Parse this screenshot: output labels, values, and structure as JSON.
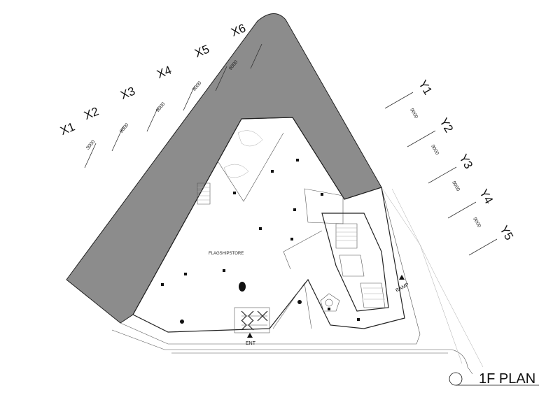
{
  "grid_x": [
    {
      "label": "X1"
    },
    {
      "label": "X2",
      "dim": "3000"
    },
    {
      "label": "X3",
      "dim": "9000"
    },
    {
      "label": "X4",
      "dim": "9000"
    },
    {
      "label": "X5",
      "dim": "9000"
    },
    {
      "label": "X6",
      "dim": "9000"
    }
  ],
  "grid_y": [
    {
      "label": "Y1",
      "dim": "9000"
    },
    {
      "label": "Y2",
      "dim": "9000"
    },
    {
      "label": "Y3",
      "dim": "9000"
    },
    {
      "label": "Y4",
      "dim": "9000"
    },
    {
      "label": "Y5"
    }
  ],
  "labels": {
    "store": "FLAGSHIPSTORE",
    "entrance": "ENT",
    "ramp": "RAMP",
    "title": "1F PLAN"
  },
  "colors": {
    "mass": "#8c8c8c",
    "line": "#222222"
  }
}
